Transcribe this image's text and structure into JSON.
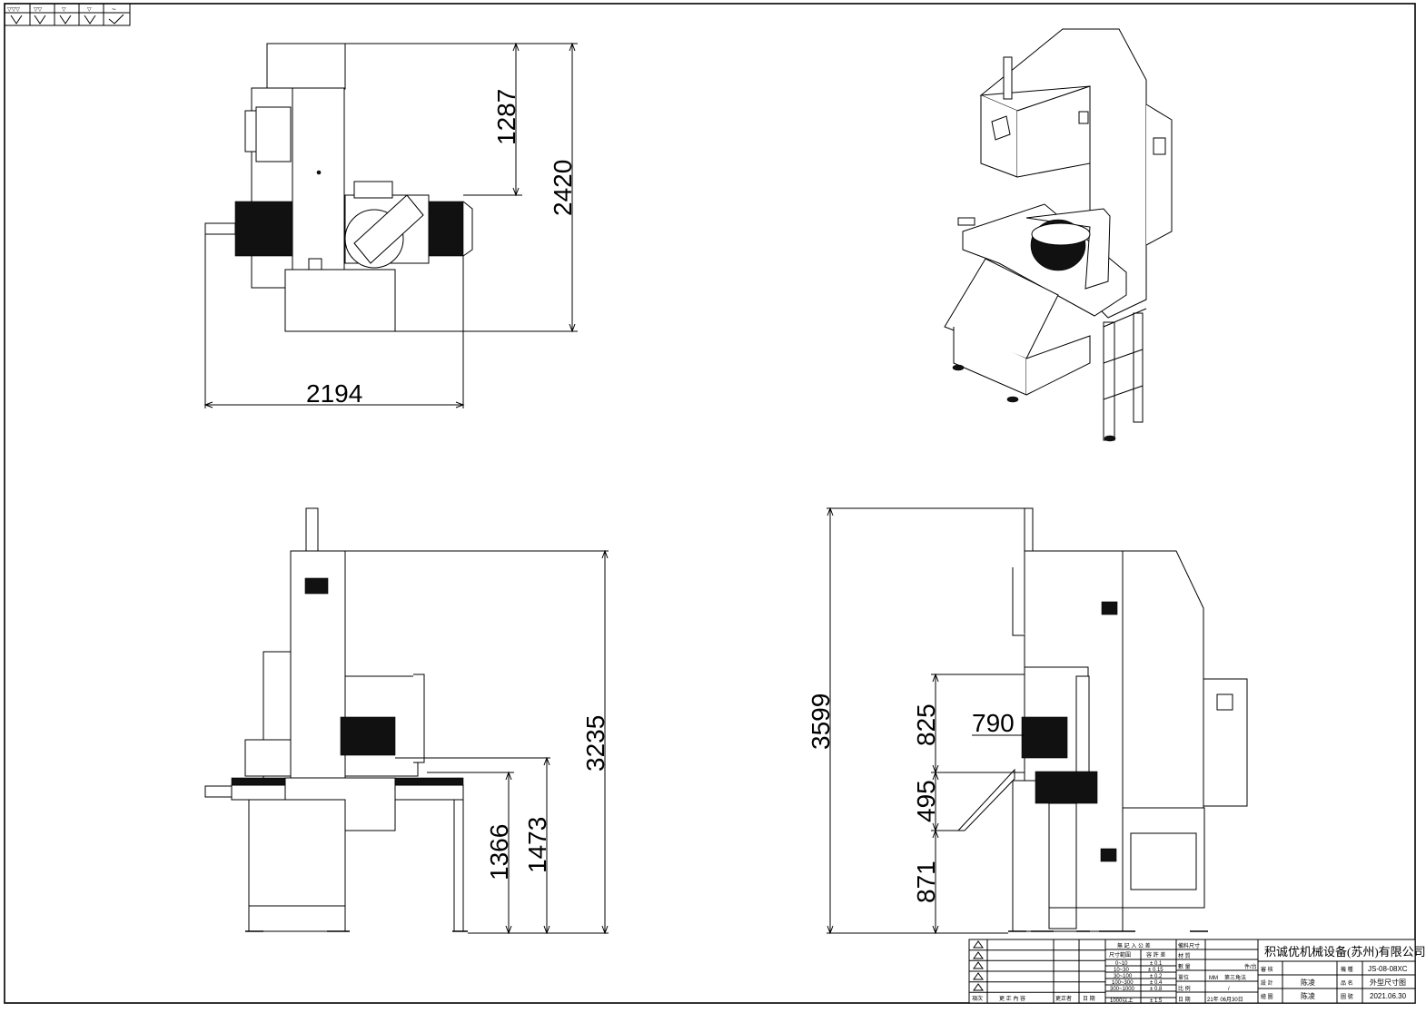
{
  "surface_symbols": [
    "▽▽▽",
    "▽▽",
    "▽",
    "▽",
    "~"
  ],
  "dimensions": {
    "top_view_1287": "1287",
    "top_view_2420": "2420",
    "top_view_2194": "2194",
    "front_view_3235": "3235",
    "front_view_1366": "1366",
    "front_view_1473": "1473",
    "side_view_3599": "3599",
    "side_view_825": "825",
    "side_view_790": "790",
    "side_view_495": "495",
    "side_view_871": "871"
  },
  "title_block": {
    "company": "积诚优机械设备(苏州)有限公司",
    "tolerance_header": "無 記 入 公 差",
    "size_range_label": "尺寸範圍",
    "tolerance_label": "容 許 差",
    "tolerances": [
      {
        "range": "0~10",
        "tol": "± 0.1"
      },
      {
        "range": "10~30",
        "tol": "± 0.15"
      },
      {
        "range": "30~100",
        "tol": "± 0.2"
      },
      {
        "range": "100~300",
        "tol": "± 0.4"
      },
      {
        "range": "300~1000",
        "tol": "± 0.8"
      },
      {
        "range": "1000以上",
        "tol": "± 1.5"
      }
    ],
    "material_size_label": "備料尺寸",
    "material_label": "材 質",
    "quantity_label": "數 量",
    "unit_label": "單位",
    "unit_value": "MM",
    "projection": "第三角法",
    "scale_label": "比 例",
    "scale_value": "/",
    "date_label": "日 期",
    "date_value": "21年 06月30日",
    "extra_label": "件/台",
    "review_label": "審 核",
    "design_label": "設 計",
    "design_value": "陈凌",
    "draw_label": "繪 圖",
    "draw_value": "陈凌",
    "model_label": "機 種",
    "model_value": "JS-08-08XC",
    "name_label": "品 名",
    "name_value": "外型尺寸图",
    "drawing_no_label": "圖 號",
    "drawing_no_value": "2021.06.30",
    "revision_headers": [
      "項次",
      "更 正 內 容",
      "更正者",
      "日 期"
    ]
  }
}
